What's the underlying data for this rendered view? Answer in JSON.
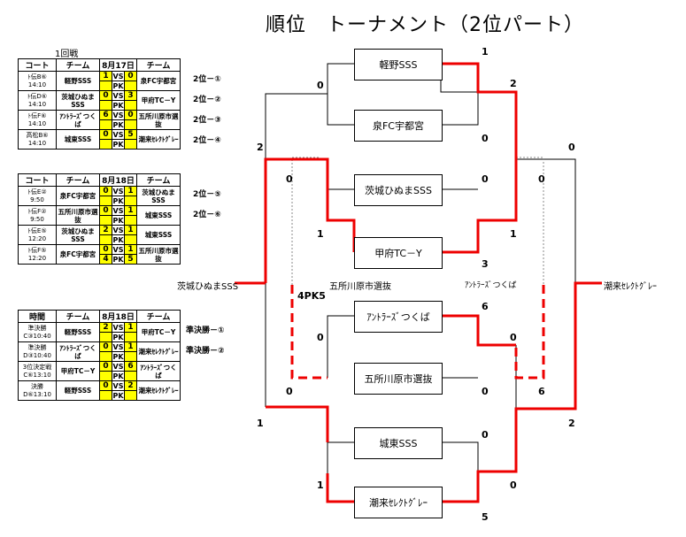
{
  "title": "順位　トーナメント（2位パート）",
  "round1_label": "1回戦",
  "tables": [
    {
      "headers": [
        "コート",
        "チーム",
        "8月17日",
        "チーム"
      ],
      "matches": [
        {
          "court": [
            "ﾄ伝B⑥",
            "14:10"
          ],
          "team1": "軽野SSS",
          "score1": "1",
          "score2": "0",
          "pk1": "",
          "pk2": "",
          "team2": "泉FC宇都宮",
          "dest": "2位－①"
        },
        {
          "court": [
            "ﾄ伝D⑥",
            "14:10"
          ],
          "team1": "茨城ひぬまSSS",
          "score1": "0",
          "score2": "3",
          "pk1": "",
          "pk2": "",
          "team2": "甲府TC－Y",
          "dest": "2位－②"
        },
        {
          "court": [
            "ﾄ伝F⑥",
            "14:10"
          ],
          "team1": "ｱﾝﾄﾗｰｽﾞつくば",
          "score1": "6",
          "score2": "0",
          "pk1": "",
          "pk2": "",
          "team2": "五所川原市選抜",
          "dest": "2位－③"
        },
        {
          "court": [
            "高松B⑥",
            "14:10"
          ],
          "team1": "城東SSS",
          "score1": "0",
          "score2": "5",
          "pk1": "",
          "pk2": "",
          "team2": "潮来ｾﾚｸﾄｸﾞﾚｰ",
          "dest": "2位－④"
        }
      ]
    },
    {
      "headers": [
        "コート",
        "チーム",
        "8月18日",
        "チーム"
      ],
      "matches": [
        {
          "court": [
            "ﾄ伝E②",
            "9:50"
          ],
          "team1": "泉FC宇都宮",
          "score1": "0",
          "score2": "1",
          "pk1": "",
          "pk2": "",
          "team2": "茨城ひぬまSSS",
          "dest": "2位－⑤"
        },
        {
          "court": [
            "ﾄ伝F②",
            "9:50"
          ],
          "team1": "五所川原市選抜",
          "score1": "0",
          "score2": "1",
          "pk1": "",
          "pk2": "",
          "team2": "城東SSS",
          "dest": "2位－⑥"
        },
        {
          "court": [
            "ﾄ伝E⑤",
            "12:20"
          ],
          "team1": "茨城ひぬまSSS",
          "score1": "2",
          "score2": "1",
          "pk1": "",
          "pk2": "",
          "team2": "城東SSS",
          "dest": ""
        },
        {
          "court": [
            "ﾄ伝F⑤",
            "12:20"
          ],
          "team1": "泉FC宇都宮",
          "score1": "0",
          "score2": "1",
          "pk1": "4",
          "pk2": "5",
          "team2": "五所川原市選抜",
          "dest": ""
        }
      ]
    },
    {
      "headers": [
        "時間",
        "チーム",
        "8月18日",
        "チーム"
      ],
      "matches": [
        {
          "court": [
            "準決勝",
            "C③10:40"
          ],
          "team1": "軽野SSS",
          "score1": "2",
          "score2": "1",
          "pk1": "",
          "pk2": "",
          "team2": "甲府TC－Y",
          "dest": "準決勝－①"
        },
        {
          "court": [
            "準決勝",
            "D③10:40"
          ],
          "team1": "ｱﾝﾄﾗｰｽﾞつくば",
          "score1": "0",
          "score2": "1",
          "pk1": "",
          "pk2": "",
          "team2": "潮来ｾﾚｸﾄｸﾞﾚｰ",
          "dest": "準決勝－②"
        },
        {
          "court": [
            "3位決定戦",
            "C⑥13:10"
          ],
          "team1": "甲府TC－Y",
          "score1": "0",
          "score2": "6",
          "pk1": "",
          "pk2": "",
          "team2": "ｱﾝﾄﾗｰｽﾞつくば",
          "dest": ""
        },
        {
          "court": [
            "決勝",
            "D⑥13:10"
          ],
          "team1": "軽野SSS",
          "score1": "0",
          "score2": "2",
          "pk1": "",
          "pk2": "",
          "team2": "潮来ｾﾚｸﾄｸﾞﾚｰ",
          "dest": ""
        }
      ]
    }
  ],
  "vs_label": "VS",
  "pk_label": "PK",
  "teams": [
    "軽野SSS",
    "泉FC宇都宮",
    "茨城ひぬまSSS",
    "甲府TC－Y",
    "ｱﾝﾄﾗｰｽﾞつくば",
    "五所川原市選抜",
    "城東SSS",
    "潮来ｾﾚｸﾄｸﾞﾚｰ"
  ],
  "bracket": {
    "side_left": "茨城ひぬまSSS",
    "side_right": "潮来ｾﾚｸﾄｸﾞﾚｰ",
    "third_left": "五所川原市選抜",
    "third_right": "ｱﾝﾄﾗｰｽﾞつくば",
    "pk_note": "4PK5",
    "scores": {
      "r1a_left": "0",
      "r1a_right": "1",
      "r1a_semi": "2",
      "r1a_semi_b": "0",
      "r1b_left": "0",
      "r1b_left_b": "1",
      "r1b_right": "0",
      "r1b_right_b": "1",
      "r1b_lower": "3",
      "outer_left_top": "2",
      "outer_right_top": "0",
      "r1c_top": "6",
      "r1c_left": "0",
      "r1c_right": "0",
      "third_left": "0",
      "third_right": "6",
      "r1d_top": "0",
      "r1d_left": "1",
      "r1d_right": "0",
      "r1d_bottom": "5",
      "outer_left_bottom": "1",
      "outer_right_bottom": "2"
    }
  }
}
